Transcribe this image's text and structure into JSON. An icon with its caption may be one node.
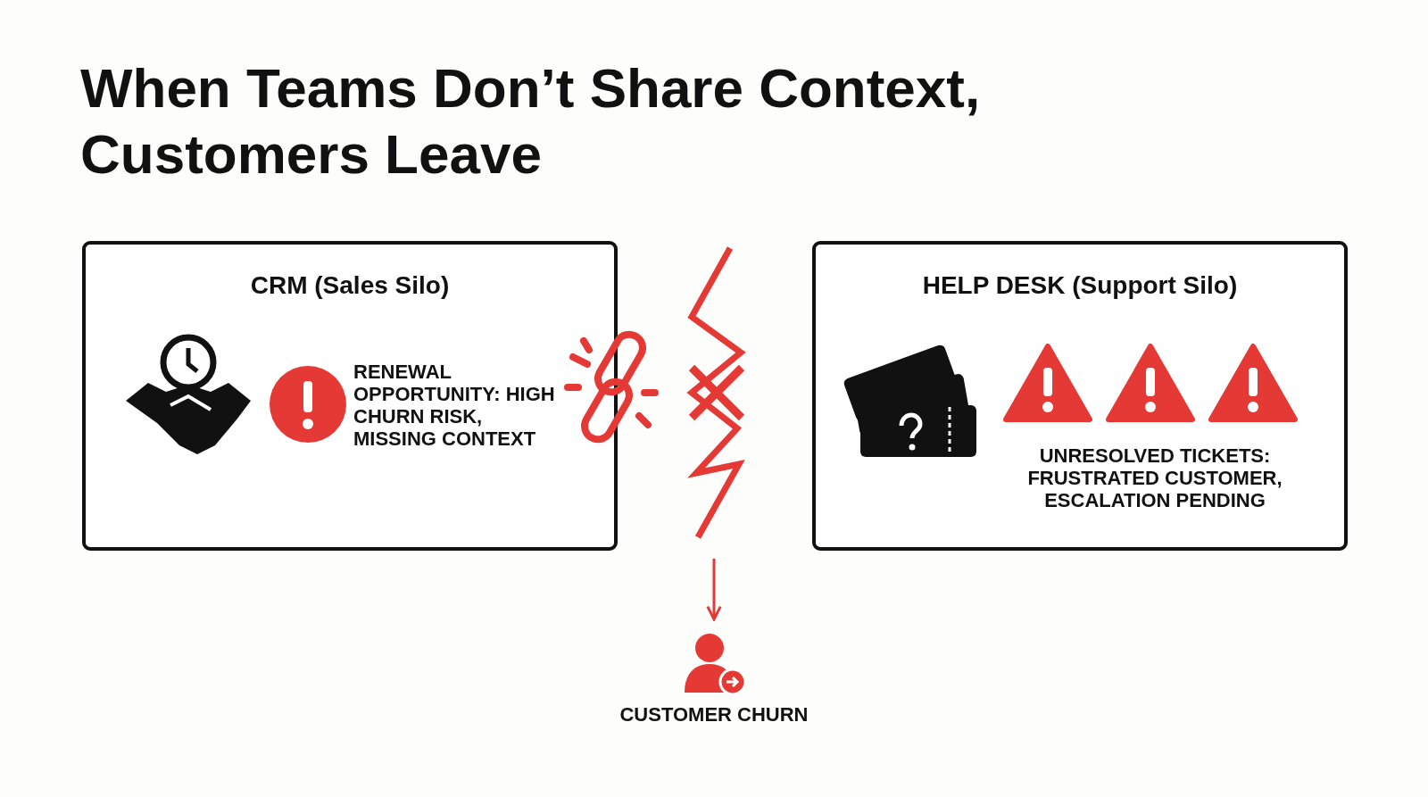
{
  "diagram": {
    "title": "When Teams Don’t Share Context, Customers Leave",
    "nodes": [
      {
        "text": [
          "CRM (Sales Silo)",
          "RENEWAL OPPORTUNITY: HIGH CHURN RISK, MISSING CONTEXT"
        ]
      },
      {
        "text": [
          "HELP DESK (Support Silo)",
          "UNRESOLVED TICKETS: FRUSTRATED CUSTOMER, ESCALATION PENDING"
        ]
      },
      {
        "text": [
          "CUSTOMER CHURN"
        ]
      }
    ],
    "edges": [
      {
        "from": null,
        "to": 2,
        "arrow": "to",
        "color": "#e53935"
      }
    ]
  }
}
